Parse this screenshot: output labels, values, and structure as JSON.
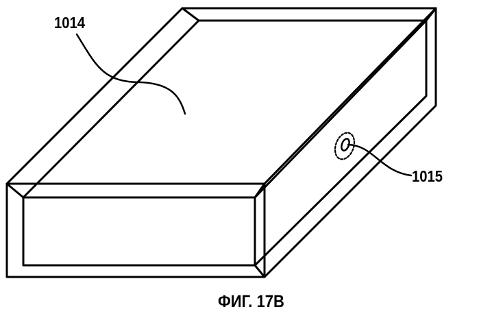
{
  "figure": {
    "reference_labels": {
      "top_surface": "1014",
      "side_feature": "1015"
    },
    "caption": "ФИГ. 17В"
  }
}
